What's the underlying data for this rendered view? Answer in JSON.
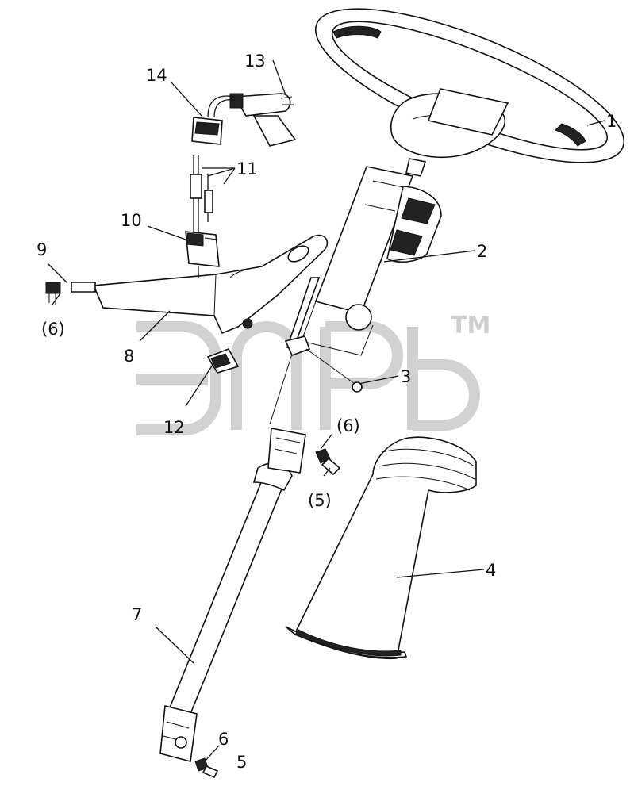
{
  "watermark": {
    "tm": "TM"
  },
  "callouts": [
    {
      "id": "c1",
      "text": "1"
    },
    {
      "id": "c2",
      "text": "2"
    },
    {
      "id": "c3",
      "text": "3"
    },
    {
      "id": "c4",
      "text": "4"
    },
    {
      "id": "c5a",
      "text": "(5)"
    },
    {
      "id": "c5b",
      "text": "5"
    },
    {
      "id": "c6a",
      "text": "(6)"
    },
    {
      "id": "c6b",
      "text": "(6)"
    },
    {
      "id": "c6c",
      "text": "6"
    },
    {
      "id": "c7",
      "text": "7"
    },
    {
      "id": "c8",
      "text": "8"
    },
    {
      "id": "c9",
      "text": "9"
    },
    {
      "id": "c10",
      "text": "10"
    },
    {
      "id": "c11",
      "text": "11"
    },
    {
      "id": "c12",
      "text": "12"
    },
    {
      "id": "c13",
      "text": "13"
    },
    {
      "id": "c14",
      "text": "14"
    }
  ]
}
